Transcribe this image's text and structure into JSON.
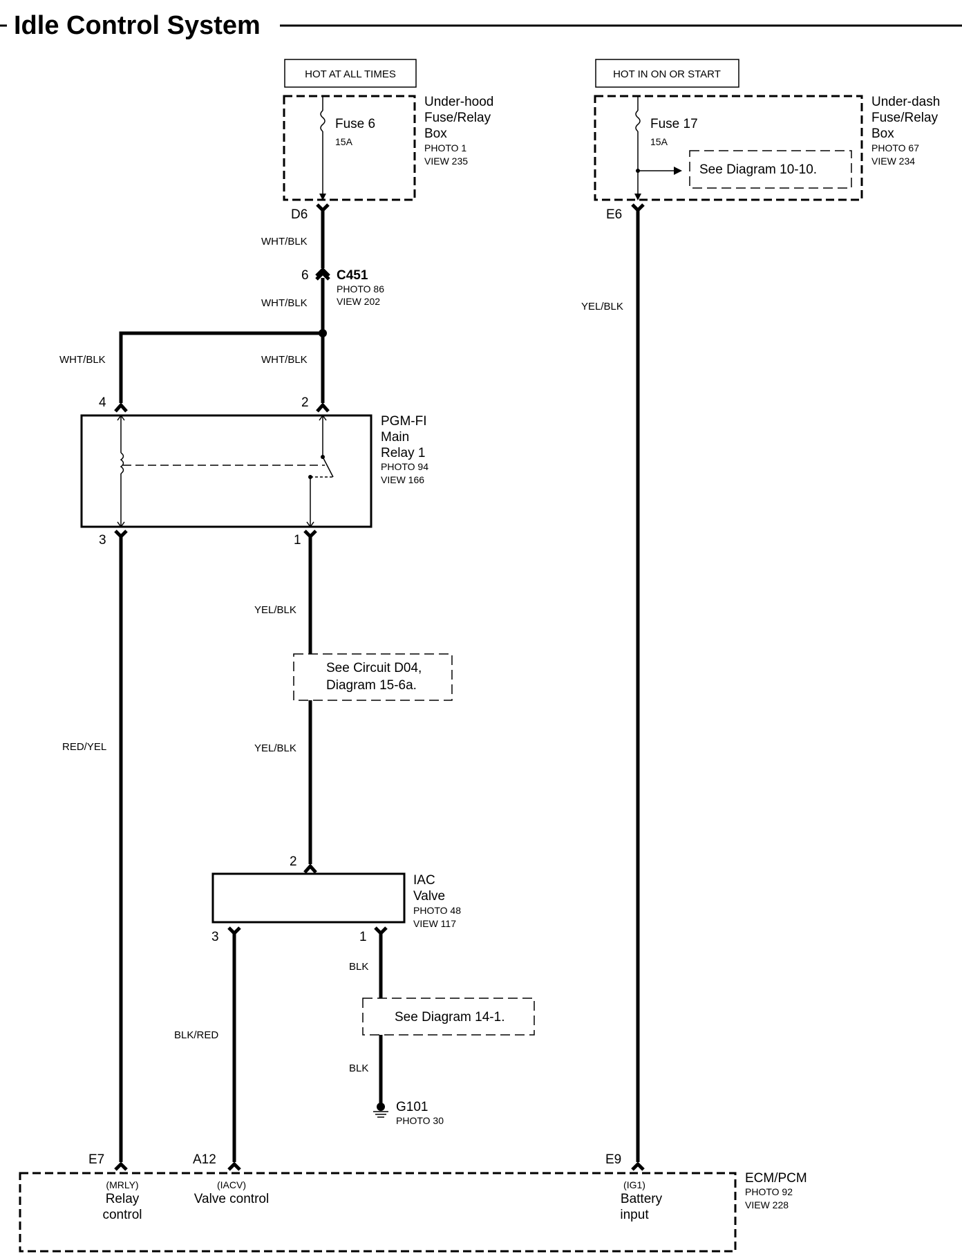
{
  "title": "Idle Control System",
  "supplies": {
    "left": "HOT AT ALL TIMES",
    "right": "HOT IN ON OR START"
  },
  "underhood_box": {
    "name_lines": [
      "Under-hood",
      "Fuse/Relay",
      "Box"
    ],
    "photo": "PHOTO 1",
    "view": "VIEW 235",
    "fuse_name": "Fuse 6",
    "fuse_rating": "15A",
    "terminal": "D6"
  },
  "underdash_box": {
    "name_lines": [
      "Under-dash",
      "Fuse/Relay",
      "Box"
    ],
    "photo": "PHOTO 67",
    "view": "VIEW 234",
    "fuse_name": "Fuse 17",
    "fuse_rating": "15A",
    "terminal": "E6",
    "note": "See Diagram 10-10."
  },
  "connector_c451": {
    "name": "C451",
    "pin": "6",
    "photo": "PHOTO 86",
    "view": "VIEW 202"
  },
  "relay": {
    "name_lines": [
      "PGM-FI",
      "Main",
      "Relay 1"
    ],
    "photo": "PHOTO 94",
    "view": "VIEW 166",
    "pins": {
      "top_left": "4",
      "top_right": "2",
      "bottom_left": "3",
      "bottom_right": "1"
    }
  },
  "wires": {
    "d6_to_c451": "WHT/BLK",
    "c451_below": "WHT/BLK",
    "branch_left": "WHT/BLK",
    "to_relay_pin2": "WHT/BLK",
    "e6_down": "YEL/BLK",
    "relay_pin1_upper": "YEL/BLK",
    "relay_pin1_lower": "YEL/BLK",
    "relay_pin3": "RED/YEL",
    "iac_pin1_upper": "BLK",
    "iac_pin1_lower": "BLK",
    "iac_pin3": "BLK/RED"
  },
  "notes": {
    "circuit_d04_line1": "See Circuit D04,",
    "circuit_d04_line2": "Diagram 15-6a.",
    "diagram_14_1": "See Diagram 14-1."
  },
  "iac_valve": {
    "name_lines": [
      "IAC",
      "Valve"
    ],
    "photo": "PHOTO 48",
    "view": "VIEW 117",
    "pins": {
      "top": "2",
      "bottom_left": "3",
      "bottom_right": "1"
    }
  },
  "ground": {
    "name": "G101",
    "photo": "PHOTO 30"
  },
  "ecm": {
    "name": "ECM/PCM",
    "photo": "PHOTO 92",
    "view": "VIEW 228",
    "terminals": [
      {
        "id": "E7",
        "signal": "(MRLY)",
        "func_lines": [
          "Relay",
          "control"
        ]
      },
      {
        "id": "A12",
        "signal": "(IACV)",
        "func_lines": [
          "Valve control"
        ]
      },
      {
        "id": "E9",
        "signal": "(IG1)",
        "func_lines": [
          "Battery",
          "input"
        ]
      }
    ]
  }
}
